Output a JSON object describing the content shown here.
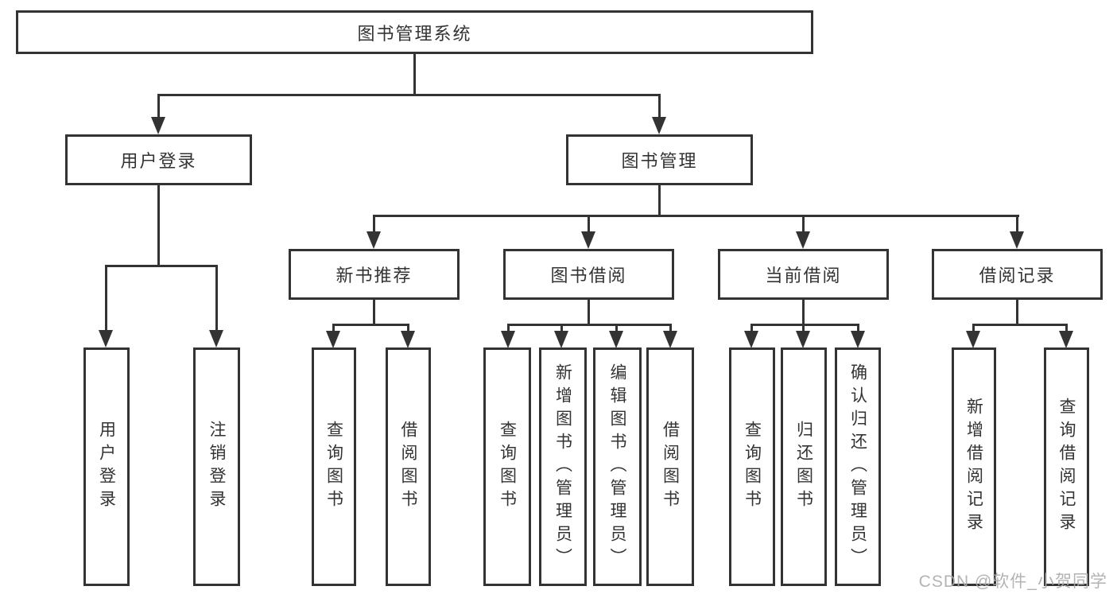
{
  "root": {
    "label": "图书管理系统"
  },
  "user_login": {
    "label": "用户登录",
    "children": [
      {
        "label": "用户登录"
      },
      {
        "label": "注销登录"
      }
    ]
  },
  "book_management": {
    "label": "图书管理",
    "children": [
      {
        "label": "新书推荐",
        "children": [
          {
            "label": "查询图书"
          },
          {
            "label": "借阅图书"
          }
        ]
      },
      {
        "label": "图书借阅",
        "children": [
          {
            "label": "查询图书"
          },
          {
            "label": "新增图书（管理员）"
          },
          {
            "label": "编辑图书（管理员）"
          },
          {
            "label": "借阅图书"
          }
        ]
      },
      {
        "label": "当前借阅",
        "children": [
          {
            "label": "查询图书"
          },
          {
            "label": "归还图书"
          },
          {
            "label": "确认归还（管理员）"
          }
        ]
      },
      {
        "label": "借阅记录",
        "children": [
          {
            "label": "新增借阅记录"
          },
          {
            "label": "查询借阅记录"
          }
        ]
      }
    ]
  },
  "watermark": "CSDN @软件_小贺同学",
  "colors": {
    "line": "#333333",
    "text": "#333333",
    "watermark": "#ababab",
    "background": "#ffffff"
  }
}
